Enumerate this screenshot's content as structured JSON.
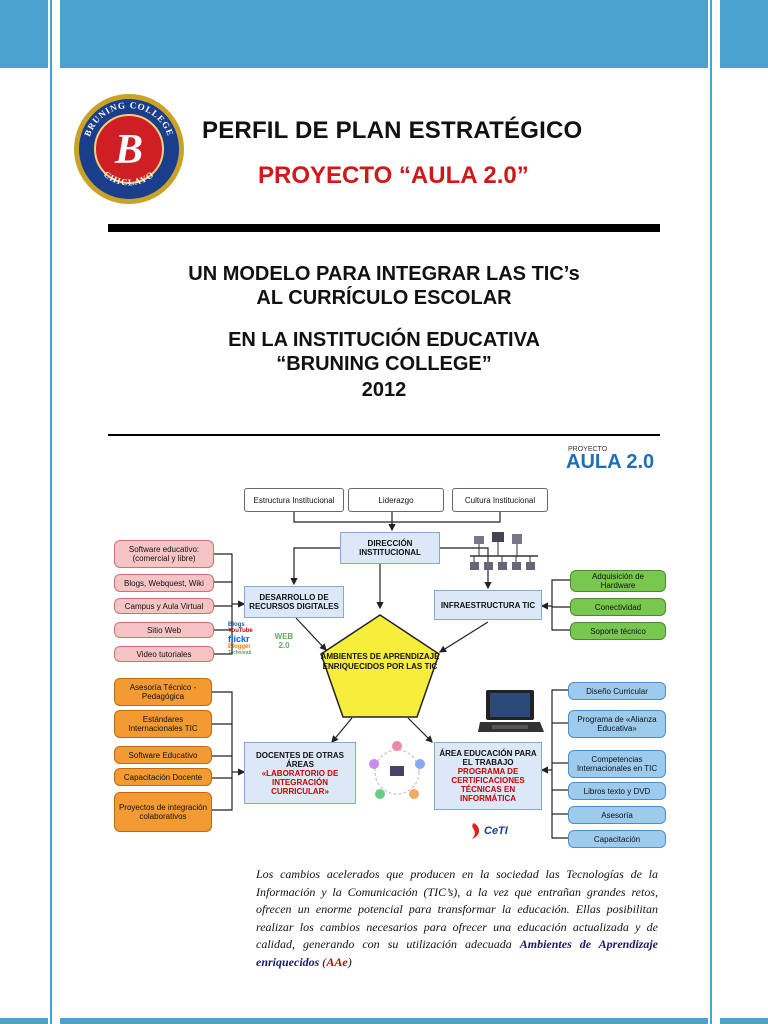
{
  "header": {
    "title": "PERFIL DE PLAN ESTRATÉGICO",
    "subtitle": "PROYECTO “AULA 2.0”",
    "logo_top_text": "BRUNING COLLEGE",
    "logo_letter": "B",
    "logo_bottom_text": "CHICLAYO"
  },
  "headings": [
    "UN MODELO PARA INTEGRAR LAS TIC’s",
    "AL CURRÍCULO ESCOLAR",
    "EN LA INSTITUCIÓN EDUCATIVA",
    "“BRUNING COLLEGE”",
    "2012"
  ],
  "diagram": {
    "aula_logo_small": "PROYECTO",
    "aula_logo_big": "AULA 2.0",
    "top_boxes": [
      "Estructura Institucional",
      "Liderazgo",
      "Cultura Institucional"
    ],
    "direccion": "DIRECCIÓN INSTITUCIONAL",
    "desarrollo": "DESARROLLO DE RECURSOS DIGITALES",
    "infraestructura": "INFRAESTRUCTURA TIC",
    "center": "AMBIENTES DE APRENDIZAJE ENRIQUECIDOS POR LAS TIC",
    "docentes_title": "DOCENTES DE OTRAS ÁREAS",
    "docentes_sub": "«LABORATORIO DE INTEGRACIÓN CURRICULAR»",
    "area_title": "ÁREA EDUCACIÓN PARA EL TRABAJO",
    "area_sub": "PROGRAMA DE CERTIFICACIONES TÉCNICAS EN INFORMÁTICA",
    "ceti": "CeTI",
    "pink_items": [
      "Software educativo: (comercial y libre)",
      "Blogs, Webquest, Wiki",
      "Campus y Aula Virtual",
      "Sitio Web",
      "Video tutoriales"
    ],
    "orange_items": [
      "Asesoría Técnico - Pedagógica",
      "Estándares Internacionales TIC",
      "Software Educativo",
      "Capacitación Docente",
      "Proyectos de integración colaborativos"
    ],
    "green_items": [
      "Adquisición de Hardware",
      "Conectividad",
      "Soporte técnico"
    ],
    "blue_items": [
      "Diseño Curricular",
      "Programa de «Alianza Educativa»",
      "Competencias Internacionales en TIC",
      "Libros texto y DVD",
      "Asesoría",
      "Capacitación"
    ],
    "web20_items": [
      "Blogs",
      "YouTube",
      "flickr",
      "Blogger",
      "Technorati"
    ],
    "web20_badge": "WEB 2.0"
  },
  "paragraph": {
    "text": "Los cambios acelerados que producen en la sociedad  las Tecnologías de la Información y la Comunicación (TIC’s), a la vez que entrañan grandes retos, ofrecen un enorme potencial para transformar la educación. Ellas posibilitan realizar los cambios necesarios para ofrecer una educación actualizada y de calidad, generando con su utilización adecuada ",
    "highlight": "Ambientes de Aprendizaje enriquecidos",
    "abbr": "AAe",
    "open_paren": " (",
    "close_paren": ")"
  },
  "colors": {
    "band": "#4aa3cf",
    "subtitle": "#d01818",
    "pentagon": "#f6ee3a"
  }
}
